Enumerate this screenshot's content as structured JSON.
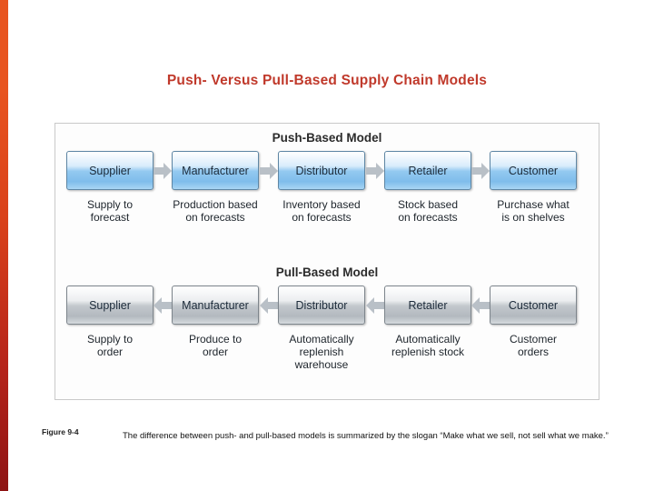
{
  "slide": {
    "title": "Push- Versus Pull-Based Supply Chain Models"
  },
  "figure": {
    "push": {
      "heading": "Push-Based Model",
      "nodes": [
        {
          "box": "Supplier",
          "caption": "Supply to\nforecast"
        },
        {
          "box": "Manufacturer",
          "caption": "Production based\non forecasts"
        },
        {
          "box": "Distributor",
          "caption": "Inventory based\non forecasts"
        },
        {
          "box": "Retailer",
          "caption": "Stock based\non forecasts"
        },
        {
          "box": "Customer",
          "caption": "Purchase what\nis on shelves"
        }
      ],
      "arrow_direction": "right"
    },
    "pull": {
      "heading": "Pull-Based Model",
      "nodes": [
        {
          "box": "Supplier",
          "caption": "Supply to\norder"
        },
        {
          "box": "Manufacturer",
          "caption": "Produce to\norder"
        },
        {
          "box": "Distributor",
          "caption": "Automatically\nreplenish\nwarehouse"
        },
        {
          "box": "Retailer",
          "caption": "Automatically\nreplenish stock"
        },
        {
          "box": "Customer",
          "caption": "Customer\norders"
        }
      ],
      "arrow_direction": "left"
    }
  },
  "footer": {
    "figure_label": "Figure 9-4",
    "description": "The difference between push- and pull-based models is summarized by the slogan “Make what we sell, not sell what we make.”"
  },
  "colors": {
    "title": "#c0392b",
    "accent_bar_top": "#e8541f",
    "accent_bar_bottom": "#8e1414",
    "push_box": "#93c9f0",
    "pull_box": "#c3c8cd",
    "arrow": "#b9c0c7"
  }
}
